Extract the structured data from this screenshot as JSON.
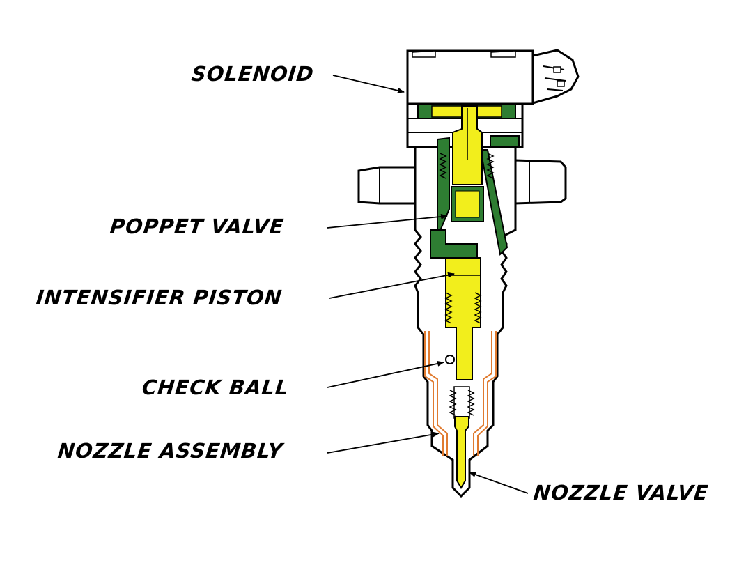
{
  "labels": {
    "solenoid": "SOLENOID",
    "poppet_valve": "POPPET VALVE",
    "intensifier_piston": "INTENSIFIER PISTON",
    "check_ball": "CHECK BALL",
    "nozzle_assembly": "NOZZLE ASSEMBLY",
    "nozzle_valve": "NOZZLE VALVE"
  },
  "colors": {
    "oil_passage": "#2e7d32",
    "piston_fuel": "#f2ee1c",
    "fuel_passage": "#e07b30",
    "outline": "#000000",
    "body": "#ffffff"
  }
}
